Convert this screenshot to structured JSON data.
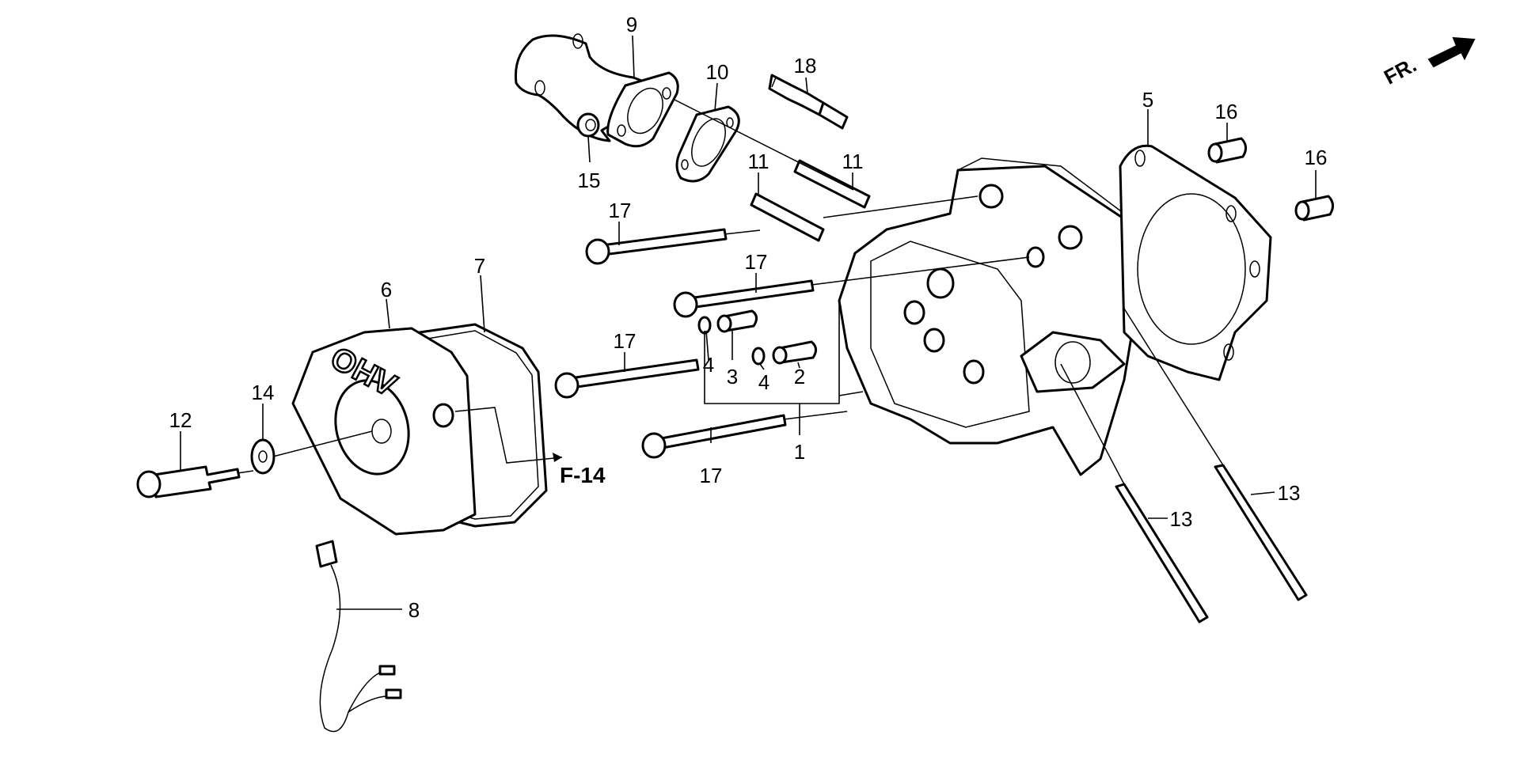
{
  "diagram": {
    "title": "Cylinder Head Exploded View",
    "direction_indicator": {
      "label": "FR.",
      "icon": "arrow-front-icon"
    },
    "cross_reference": "F-14",
    "cover_marking": "OHV",
    "callouts": [
      {
        "id": "c1",
        "text": "1"
      },
      {
        "id": "c2",
        "text": "2"
      },
      {
        "id": "c3",
        "text": "3"
      },
      {
        "id": "c4a",
        "text": "4"
      },
      {
        "id": "c4b",
        "text": "4"
      },
      {
        "id": "c5",
        "text": "5"
      },
      {
        "id": "c6",
        "text": "6"
      },
      {
        "id": "c7",
        "text": "7"
      },
      {
        "id": "c8",
        "text": "8"
      },
      {
        "id": "c9",
        "text": "9"
      },
      {
        "id": "c10",
        "text": "10"
      },
      {
        "id": "c11a",
        "text": "11"
      },
      {
        "id": "c11b",
        "text": "11"
      },
      {
        "id": "c12",
        "text": "12"
      },
      {
        "id": "c13a",
        "text": "13"
      },
      {
        "id": "c13b",
        "text": "13"
      },
      {
        "id": "c14",
        "text": "14"
      },
      {
        "id": "c15",
        "text": "15"
      },
      {
        "id": "c16a",
        "text": "16"
      },
      {
        "id": "c16b",
        "text": "16"
      },
      {
        "id": "c17a",
        "text": "17"
      },
      {
        "id": "c17b",
        "text": "17"
      },
      {
        "id": "c17c",
        "text": "17"
      },
      {
        "id": "c17d",
        "text": "17"
      },
      {
        "id": "c18",
        "text": "18"
      }
    ]
  }
}
